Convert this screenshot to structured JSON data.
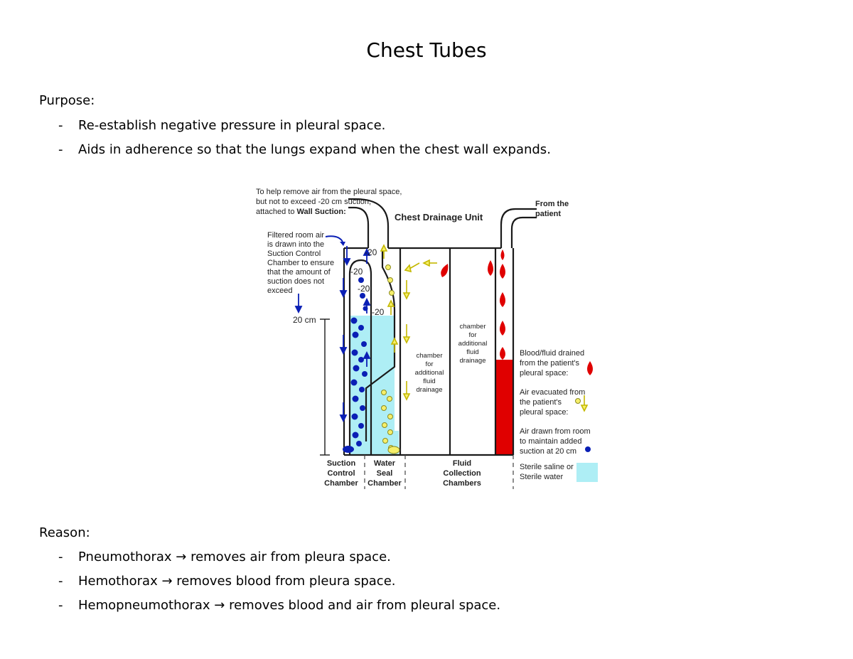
{
  "title": "Chest Tubes",
  "purpose": {
    "heading": "Purpose:",
    "items": [
      "Re-establish negative pressure in pleural space.",
      "Aids in adherence so that the lungs expand when the chest wall expands."
    ]
  },
  "reason": {
    "heading": "Reason:",
    "items": [
      "Pneumothorax → removes air from pleura space.",
      "Hemothorax → removes blood from pleura space.",
      "Hemopneumothorax → removes blood and air from pleural space."
    ]
  },
  "bullet_marker": "-",
  "diagram": {
    "title": "Chest Drainage Unit",
    "suction_note": [
      "To help remove air from the pleural space,",
      "but not to exceed -20 cm suction,"
    ],
    "suction_note_prefix": "attached to ",
    "suction_note_bold": "Wall Suction:",
    "from_patient": [
      "From the",
      "patient"
    ],
    "filtered_air": [
      "Filtered room air",
      "is drawn into the",
      "Suction Control",
      "Chamber to ensure",
      "that the amount of",
      "suction does not",
      "exceed"
    ],
    "level_20cm": "20 cm",
    "pressure_labels": [
      "-20",
      "-20",
      "-20",
      "-20"
    ],
    "chamber_a": [
      "chamber",
      "for",
      "additional",
      "fluid",
      "drainage"
    ],
    "chamber_b": [
      "chamber",
      "for",
      "additional",
      "fluid",
      "drainage"
    ],
    "bottom_labels": {
      "suction": [
        "Suction",
        "Control",
        "Chamber"
      ],
      "water_seal": [
        "Water",
        "Seal",
        "Chamber"
      ],
      "fluid": [
        "Fluid",
        "Collection",
        "Chambers"
      ]
    },
    "legend": {
      "blood": [
        "Blood/fluid drained",
        "from the patient's",
        "pleural space:"
      ],
      "air_evacuated": [
        "Air evacuated from",
        "the patient's",
        "pleural space:"
      ],
      "air_room": [
        "Air drawn from room",
        "to maintain added",
        "suction at 20 cm"
      ],
      "saline": [
        "Sterile saline or",
        "Sterile water"
      ]
    },
    "colors": {
      "water": "#aeeef5",
      "blood": "#e00000",
      "air_bubble": "#f6ef6a",
      "room_air": "#0a1fb5"
    }
  }
}
